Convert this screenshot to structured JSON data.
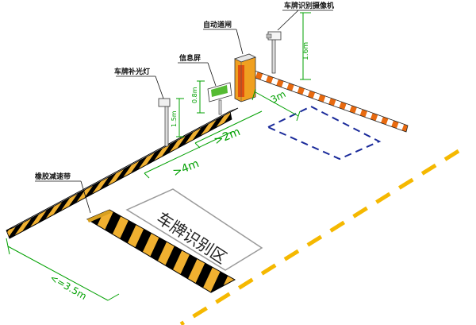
{
  "labels": {
    "camera": "车牌识别摄像机",
    "barrier": "自动道闸",
    "display": "信息屏",
    "fill_light": "车牌补光灯",
    "speed_bump": "橡胶减速带",
    "zone": "车牌识别区"
  },
  "dimensions": {
    "camera_height": "1.6m",
    "display_height": "0.8m",
    "light_height": "1.5m",
    "d_3m": "3m",
    "d_gt2m": ">2m",
    "d_gt4m": ">4m",
    "d_le35m": "<=3.5m"
  },
  "colors": {
    "dimension": "#00a000",
    "lane_line": "#f5b800",
    "stripe_dark": "#000000",
    "stripe_light": "#f0b030",
    "parking_box": "#1a2a9a",
    "boom_stripe": "#e86a10"
  }
}
